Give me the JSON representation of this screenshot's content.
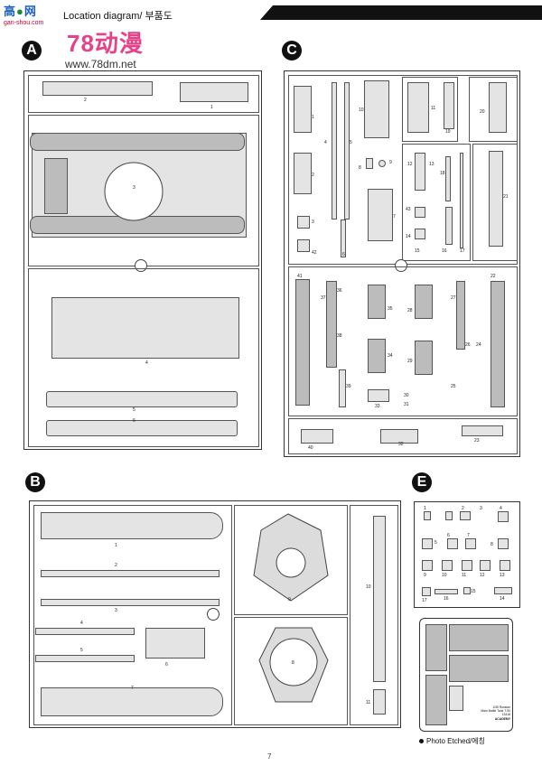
{
  "header": {
    "title": "Location diagram/ 부품도",
    "watermark": [
      "高",
      "网",
      "gan-shou.com",
      "78动漫",
      "www.78dm.net"
    ]
  },
  "sprues": {
    "A": {
      "letter": "A",
      "parts": [
        "1",
        "2",
        "3",
        "4",
        "5",
        "6"
      ]
    },
    "B": {
      "letter": "B",
      "parts": [
        "1",
        "2",
        "3",
        "4",
        "5",
        "6",
        "7",
        "8",
        "9",
        "10",
        "11"
      ]
    },
    "C": {
      "letter": "C",
      "parts": [
        "1",
        "2",
        "3",
        "4",
        "5",
        "6",
        "7",
        "8",
        "9",
        "10",
        "11",
        "12",
        "13",
        "14",
        "15",
        "16",
        "17",
        "18",
        "19",
        "20",
        "21",
        "22",
        "23",
        "24",
        "25",
        "26",
        "27",
        "28",
        "29",
        "30",
        "31",
        "32",
        "33",
        "34",
        "35",
        "36",
        "37",
        "38",
        "39",
        "40",
        "41",
        "42",
        "43"
      ]
    },
    "E": {
      "letter": "E",
      "parts": [
        "1",
        "2",
        "3",
        "4",
        "5",
        "6",
        "7",
        "8",
        "9",
        "10",
        "11",
        "12",
        "13",
        "14",
        "15",
        "16",
        "17"
      ]
    }
  },
  "photo_etched": {
    "label": "Photo Etched/에칭",
    "plate_text": [
      "1/35 Russian",
      "Main Battle Tank T-90",
      "13418",
      "ACADEMY"
    ]
  },
  "page_number": "7"
}
